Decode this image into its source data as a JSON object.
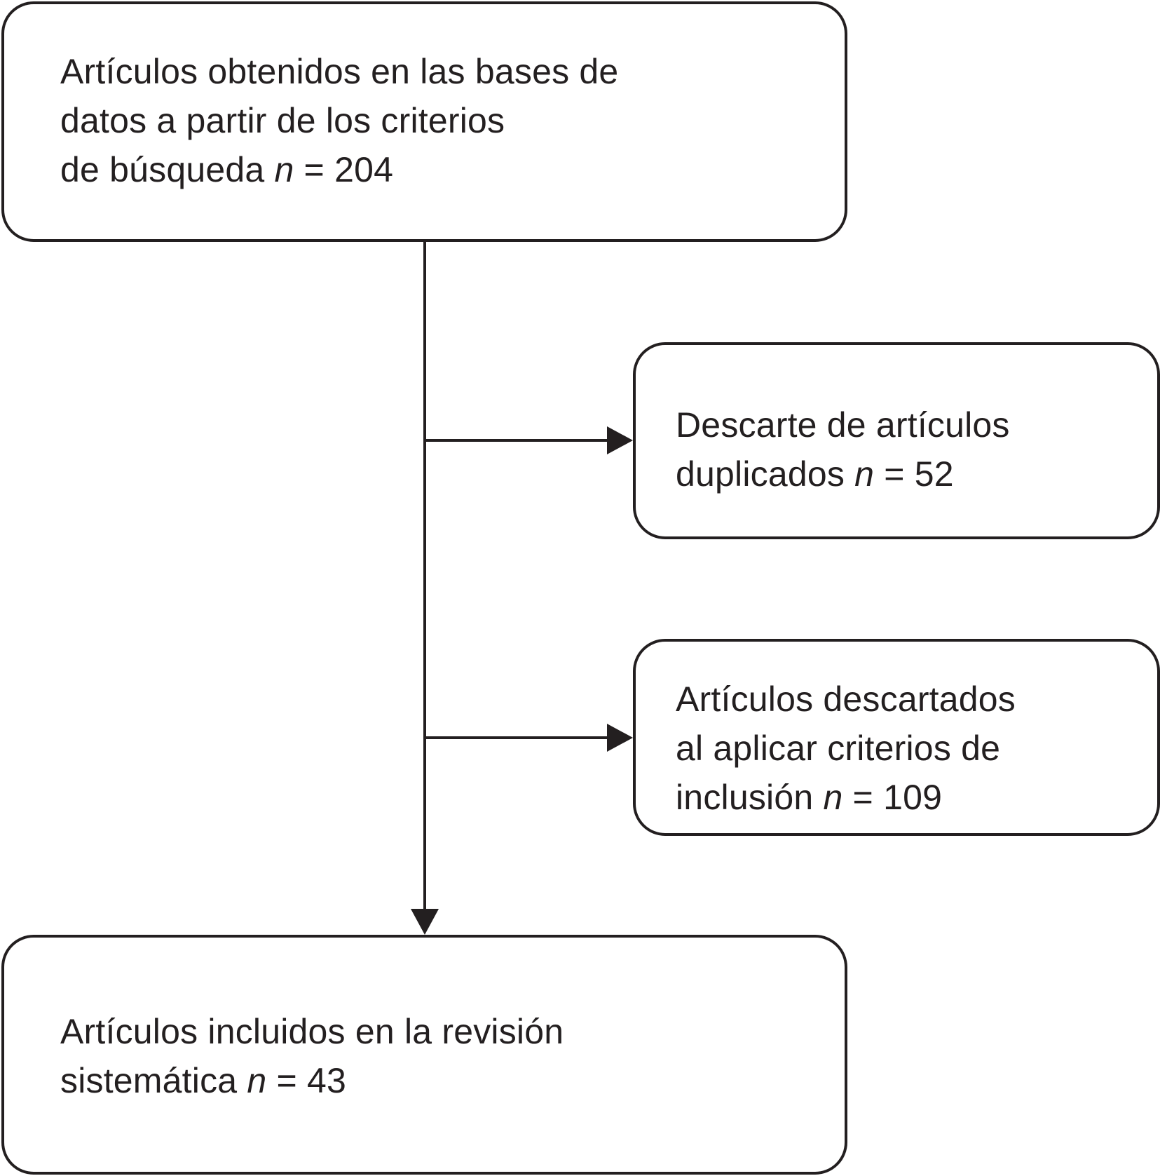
{
  "boxes": {
    "search": {
      "lines": [
        "Artículos obtenidos en las bases de",
        "datos a partir de los criterios"
      ],
      "last_prefix": "de búsqueda ",
      "n_symbol": "n",
      "equals": " = ",
      "count": "204"
    },
    "duplicates": {
      "lines": [
        "Descarte de artículos"
      ],
      "last_prefix": "duplicados ",
      "n_symbol": "n",
      "equals": " = ",
      "count": "52"
    },
    "excluded": {
      "lines": [
        "Artículos descartados",
        "al aplicar criterios de"
      ],
      "last_prefix": "inclusión ",
      "n_symbol": "n",
      "equals": " = ",
      "count": "109"
    },
    "included": {
      "lines": [
        "Artículos incluidos en la revisión"
      ],
      "last_prefix": "sistemática ",
      "n_symbol": "n",
      "equals": " = ",
      "count": "43"
    }
  },
  "colors": {
    "stroke": "#231f20",
    "text": "#231f20",
    "background": "#ffffff"
  }
}
